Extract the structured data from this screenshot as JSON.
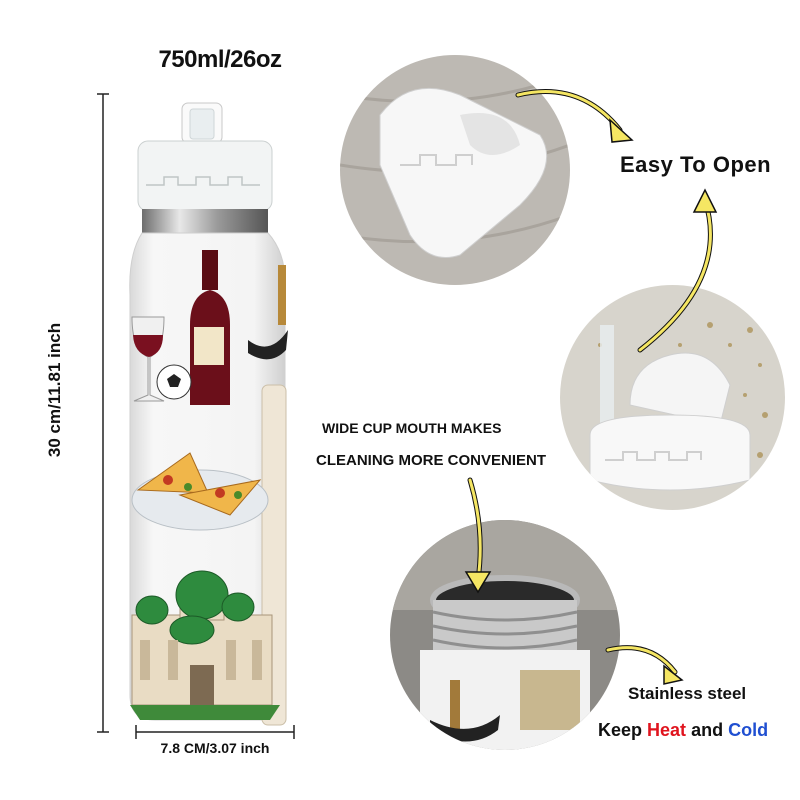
{
  "capacity_label": "750ml/26oz",
  "height_label": "30 cm/11.81 inch",
  "width_label": "7.8 CM/3.07 inch",
  "feature_easy_open": "Easy To Open",
  "feature_wide_mouth_line1": "WIDE CUP MOUTH MAKES",
  "feature_wide_mouth_line2": "CLEANING MORE CONVENIENT",
  "feature_material": "Stainless steel",
  "feature_keep": {
    "prefix": "Keep",
    "heat": "Heat",
    "and": "and",
    "cold": "Cold"
  },
  "colors": {
    "heat": "#e0141e",
    "cold": "#1f4fd1",
    "arrow": "#f5e663",
    "cap": "#f2f4f4",
    "dome": "#2e8b3e"
  }
}
